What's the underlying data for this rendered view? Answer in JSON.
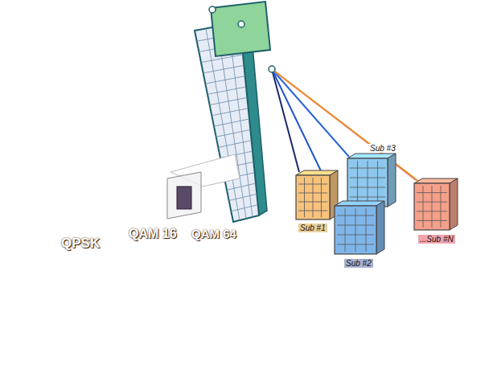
{
  "diagram": {
    "nodes": [
      {
        "text": [
          "QPSK"
        ]
      },
      {
        "text": [
          "QAM 16"
        ],
        "in": 0
      },
      {
        "text": [
          "QAM 64"
        ],
        "in": 1
      }
    ],
    "labels": [
      "Sub #3",
      "Sub #1",
      "Sub #2",
      "...Sub #N"
    ]
  }
}
